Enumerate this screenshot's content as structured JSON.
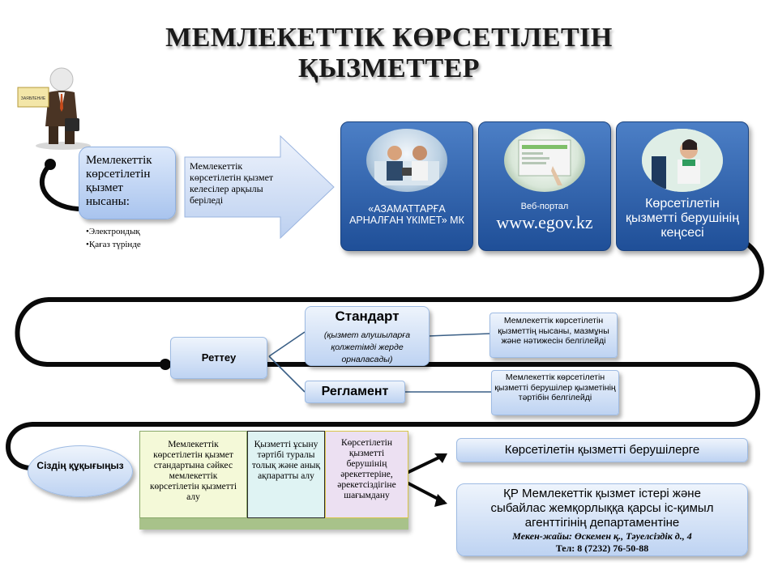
{
  "title": {
    "line1": "МЕМЛЕКЕТТІК КӨРСЕТІЛЕТІН",
    "line2": "ҚЫЗМЕТТЕР"
  },
  "figure_sign": "ЗАЯВЛЕНИЕ",
  "form_box": {
    "label": "Мемлекеттік көрсетілетін қызмет нысаны:"
  },
  "form_list": [
    "Электрондық",
    "Қағаз түрінде"
  ],
  "arrow_box": {
    "label": "Мемлекеттік көрсетілетін қызмет келесілер арқылы беріледі"
  },
  "tiles": [
    {
      "label": "«АЗАМАТТАРҒА АРНАЛҒАН ҮКІМЕТ» МК"
    },
    {
      "caption": "Веб-портал",
      "label": "www.egov.kz"
    },
    {
      "label": "Көрсетілетін қызметті берушінің кеңсесі"
    }
  ],
  "regulation": {
    "label": "Реттеу"
  },
  "standard": {
    "title": "Стандарт",
    "subtitle": "(қызмет алушыларға қолжетімді жерде орналасады)"
  },
  "standard_note": "Мемлекеттік көрсетілетін қызметтің нысаны, мазмұны және нәтижесін белгілейді",
  "reglament": {
    "title": "Регламент"
  },
  "reglament_note": "Мемлекеттік көрсетілетін қызметті берушілер қызметінің тәртібін белгілейді",
  "rights": {
    "label": "Сіздің құқығыңыз"
  },
  "rights_cells": [
    "Мемлекеттік көрсетілетін қызмет стандартына сәйкес мемлекеттік көрсетілетін қызметті алу",
    "Қызметті ұсыну тәртібі туралы толық және анық ақпаратты алу",
    "Көрсетілетін қызметті берушінің әрекеттеріне, әрекетсіздігіне шағымдану"
  ],
  "complaint_targets": [
    {
      "label": "Көрсетілетін қызметті берушілерге"
    },
    {
      "line1": "ҚР Мемлекеттік қызмет істері және",
      "line2": "сыбайлас жемқорлыққа қарсы іс-қимыл",
      "line3": "агенттігінің департаментіне",
      "address": "Мекен-жайы: Өскемен қ., Тәуелсіздік д., 4",
      "phone": "Тел: 8 (7232) 76-50-88"
    }
  ],
  "colors": {
    "accent_dark": "#1f4f98",
    "accent_light": "#bed3f2",
    "green_cell": "#f4f9d8",
    "cyan_cell": "#dff3f3",
    "violet_cell": "#ece0f2"
  }
}
